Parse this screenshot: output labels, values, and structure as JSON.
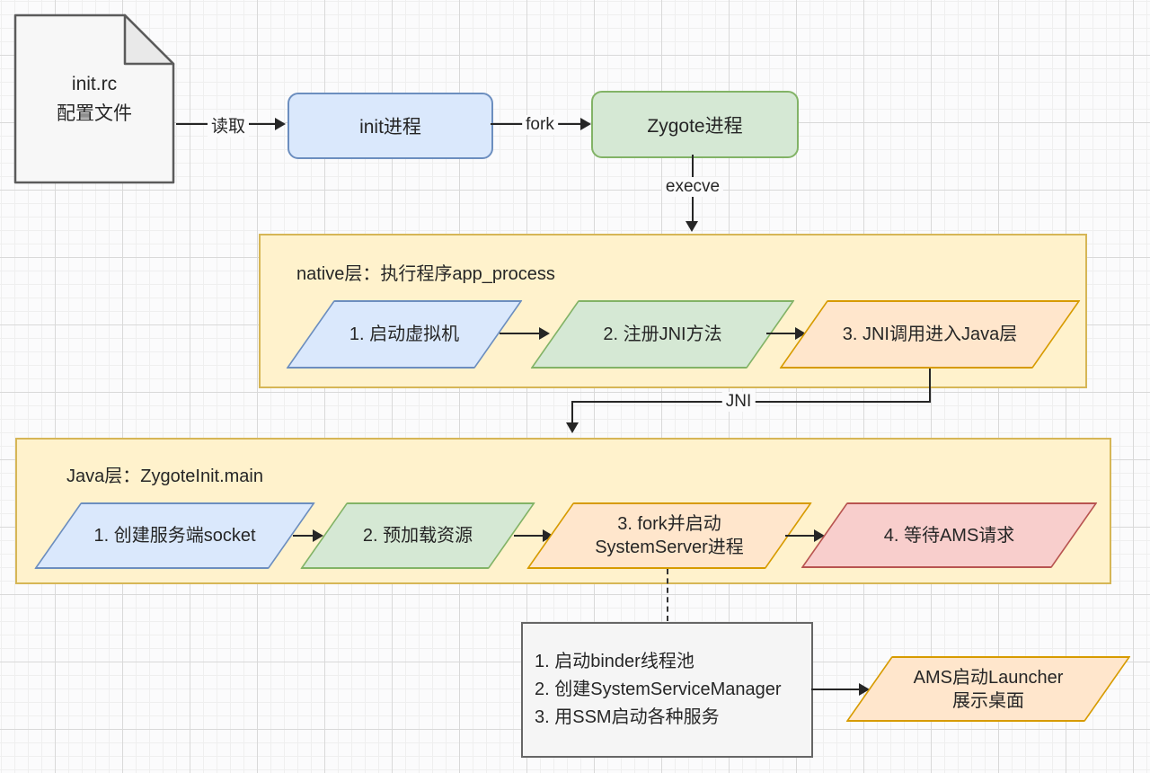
{
  "colors": {
    "blue_fill": "#dae8fc",
    "blue_border": "#6c8ebf",
    "green_fill": "#d5e8d4",
    "green_border": "#82b366",
    "yellow_fill": "#fff2cc",
    "yellow_border": "#d6b656",
    "orange_fill": "#ffe6cc",
    "orange_border": "#d79b00",
    "pink_fill": "#f8cecc",
    "pink_border": "#b85450",
    "gray_fill": "#f5f5f5",
    "gray_border": "#666666"
  },
  "nodes": {
    "init_rc": {
      "line1": "init.rc",
      "line2": "配置文件"
    },
    "init_process": {
      "label": "init进程"
    },
    "zygote_process": {
      "label": "Zygote进程"
    },
    "native_layer": {
      "title": "native层：执行程序app_process"
    },
    "native_steps": [
      {
        "label": "1. 启动虚拟机"
      },
      {
        "label": "2. 注册JNI方法"
      },
      {
        "label": "3. JNI调用进入Java层"
      }
    ],
    "java_layer": {
      "title": "Java层：ZygoteInit.main"
    },
    "java_steps": [
      {
        "label": "1. 创建服务端socket"
      },
      {
        "label": "2. 预加载资源"
      },
      {
        "line1": "3. fork并启动",
        "line2": "SystemServer进程"
      },
      {
        "label": "4. 等待AMS请求"
      }
    ],
    "system_server_tasks": {
      "items": [
        "1. 启动binder线程池",
        "2. 创建SystemServiceManager",
        "3. 用SSM启动各种服务"
      ]
    },
    "ams_launcher": {
      "line1": "AMS启动Launcher",
      "line2": "展示桌面"
    }
  },
  "edge_labels": {
    "read": "读取",
    "fork": "fork",
    "execve": "execve",
    "jni": "JNI"
  }
}
